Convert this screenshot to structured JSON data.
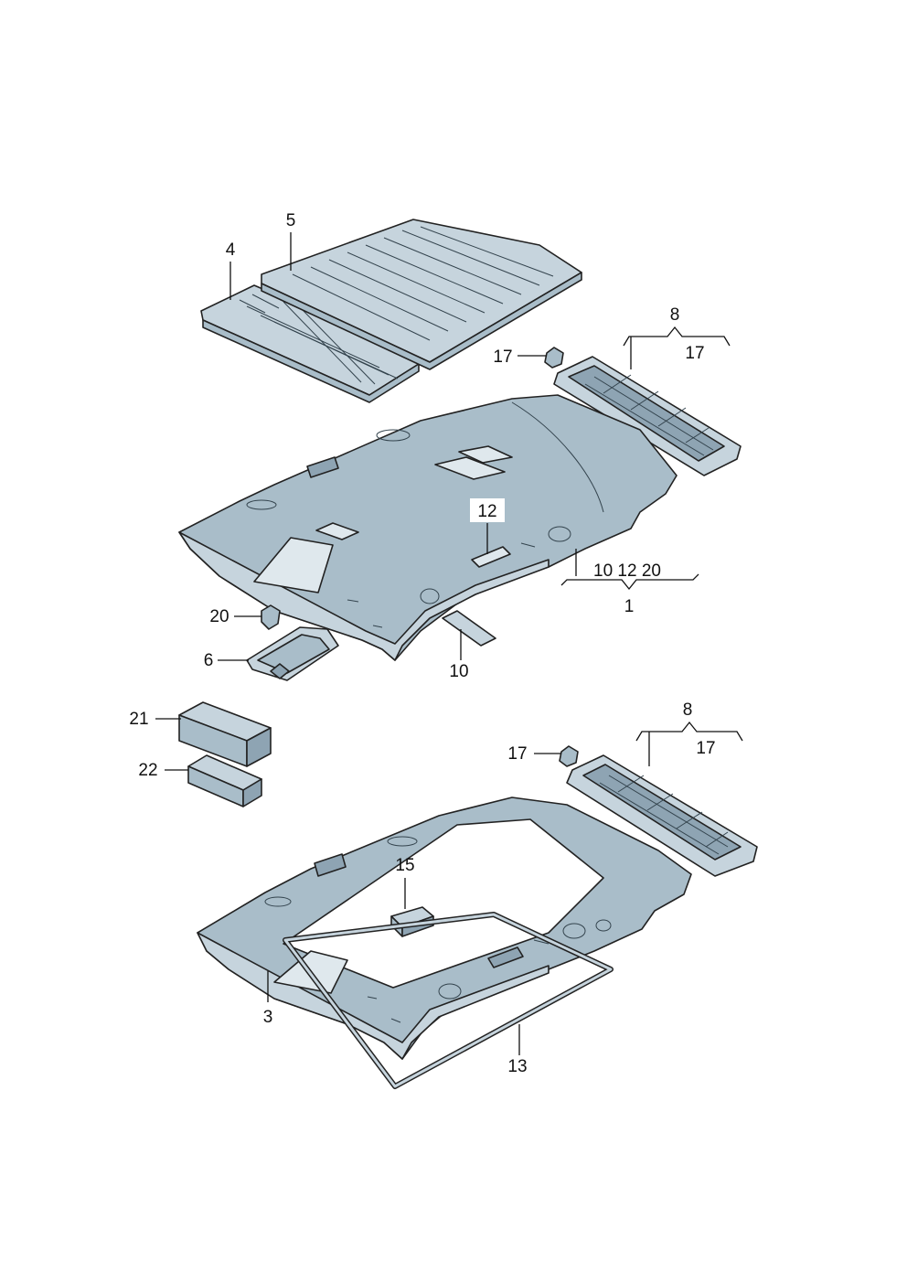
{
  "callouts": {
    "c1": "1",
    "c3": "3",
    "c4": "4",
    "c5": "5",
    "c6": "6",
    "c8a": "8",
    "c8b": "8",
    "c10a": "10",
    "c10b": "10 12 20",
    "c12": "12",
    "c13": "13",
    "c15": "15",
    "c17a": "17",
    "c17b": "17",
    "c17c": "17",
    "c17d": "17",
    "c20": "20",
    "c21": "21",
    "c22": "22"
  },
  "colors": {
    "headliner": "#a9bdc9",
    "headliner_light": "#c6d4dd",
    "headliner_dark": "#8ea4b3",
    "outline": "#222222"
  }
}
